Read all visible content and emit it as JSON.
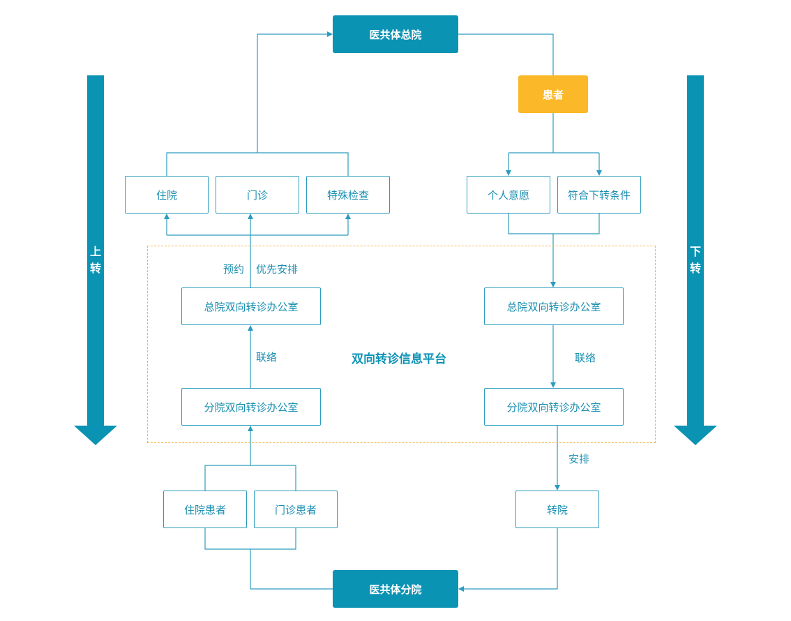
{
  "nodes": {
    "hq": "医共体总院",
    "branch": "医共体分院",
    "patient": "患者",
    "inpatient": "住院",
    "outpatient": "门诊",
    "special_exam": "特殊检查",
    "personal_wish": "个人意愿",
    "transfer_condition": "符合下转条件",
    "hq_office_left": "总院双向转诊办公室",
    "branch_office_left": "分院双向转诊办公室",
    "hq_office_right": "总院双向转诊办公室",
    "branch_office_right": "分院双向转诊办公室",
    "inpatient_patients": "住院患者",
    "outpatient_patients": "门诊患者",
    "transfer_hospital": "转院"
  },
  "labels": {
    "appointment": "预约",
    "priority": "优先安排",
    "contact_left": "联络",
    "contact_right": "联络",
    "arrange": "安排",
    "platform": "双向转诊信息平台"
  },
  "side_arrows": {
    "up": [
      "上",
      "转"
    ],
    "down": [
      "下",
      "转"
    ]
  },
  "colors": {
    "primary": "#0b93b4",
    "line": "#2b9cbd",
    "patient": "#fbb829",
    "dashed_border": "#f3b74a"
  }
}
